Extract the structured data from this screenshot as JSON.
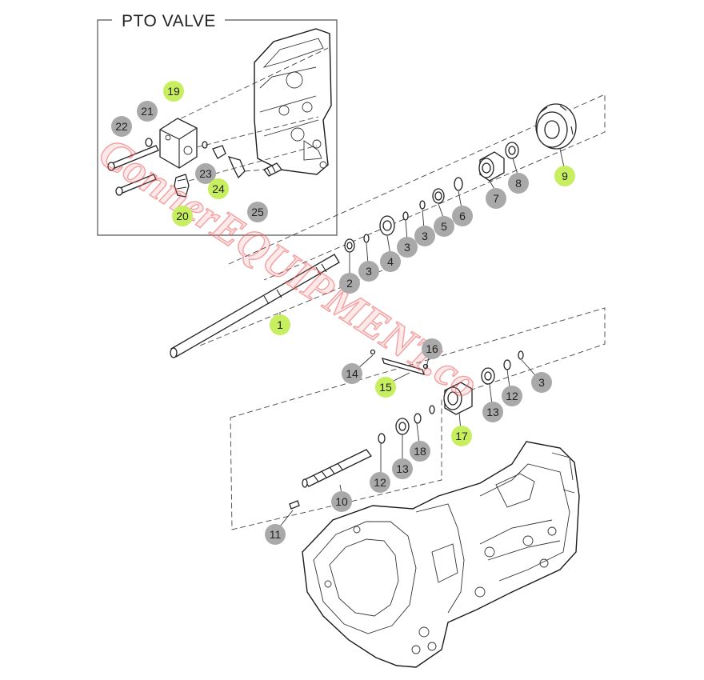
{
  "inset": {
    "title": "PTO VALVE"
  },
  "watermark": {
    "text": "ConnerEQUIPMENT.co"
  },
  "colors": {
    "callout_grey": "#a9a9a9",
    "callout_green": "#c6ee5e"
  },
  "callouts": [
    {
      "id": "c1",
      "label": "1",
      "green": true
    },
    {
      "id": "c2",
      "label": "2",
      "green": false
    },
    {
      "id": "c3a",
      "label": "3",
      "green": false
    },
    {
      "id": "c4",
      "label": "4",
      "green": false
    },
    {
      "id": "c3b",
      "label": "3",
      "green": false
    },
    {
      "id": "c3c",
      "label": "3",
      "green": false
    },
    {
      "id": "c5",
      "label": "5",
      "green": false
    },
    {
      "id": "c6",
      "label": "6",
      "green": false
    },
    {
      "id": "c7",
      "label": "7",
      "green": false
    },
    {
      "id": "c8",
      "label": "8",
      "green": false
    },
    {
      "id": "c9",
      "label": "9",
      "green": true
    },
    {
      "id": "c19",
      "label": "19",
      "green": true
    },
    {
      "id": "c21",
      "label": "21",
      "green": false
    },
    {
      "id": "c22",
      "label": "22",
      "green": false
    },
    {
      "id": "c23",
      "label": "23",
      "green": false
    },
    {
      "id": "c24",
      "label": "24",
      "green": true
    },
    {
      "id": "c20",
      "label": "20",
      "green": true
    },
    {
      "id": "c25",
      "label": "25",
      "green": false
    },
    {
      "id": "c16",
      "label": "16",
      "green": false
    },
    {
      "id": "c14",
      "label": "14",
      "green": false
    },
    {
      "id": "c15",
      "label": "15",
      "green": true
    },
    {
      "id": "c3d",
      "label": "3",
      "green": false
    },
    {
      "id": "c12a",
      "label": "12",
      "green": false
    },
    {
      "id": "c13a",
      "label": "13",
      "green": false
    },
    {
      "id": "c17",
      "label": "17",
      "green": true
    },
    {
      "id": "c18",
      "label": "18",
      "green": false
    },
    {
      "id": "c13b",
      "label": "13",
      "green": false
    },
    {
      "id": "c12b",
      "label": "12",
      "green": false
    },
    {
      "id": "c10",
      "label": "10",
      "green": false
    },
    {
      "id": "c11",
      "label": "11",
      "green": false
    }
  ]
}
